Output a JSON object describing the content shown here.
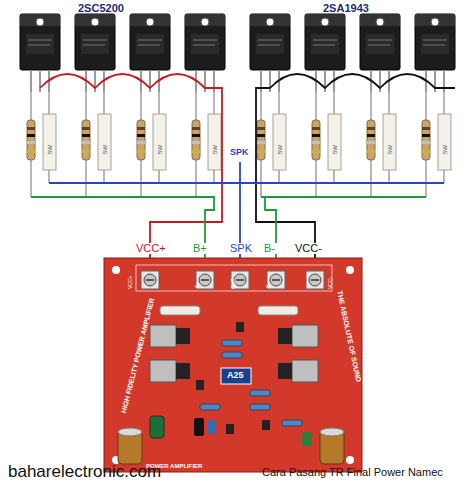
{
  "diagram": {
    "caption": "Cara Pasang TR Final Power Namec",
    "labels": [
      "2SC5200",
      "2SA1943",
      "SPK",
      "VCC+",
      "B+",
      "SPK",
      "B-",
      "VCC-",
      "VCC+",
      "B+",
      "OUT",
      "B-",
      "VCC-",
      "HIGH FIDELITY POWER AMPLIFIER",
      "THE ABSOLUTE OF SOUND",
      "A25",
      "POWER AMPLIFIER",
      "baharelectronic.com",
      "5W",
      "5W",
      "5W",
      "5W",
      "5W",
      "5W",
      "5W",
      "5W"
    ]
  }
}
